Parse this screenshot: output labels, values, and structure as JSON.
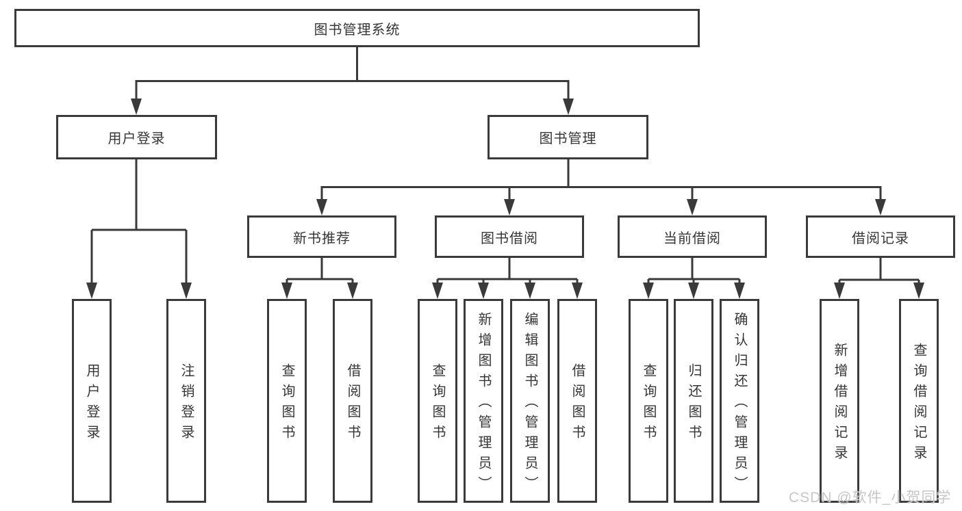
{
  "nodes": {
    "root": "图书管理系统",
    "user_login": "用户登录",
    "book_mgmt": "图书管理",
    "new_rec": "新书推荐",
    "borrow": "图书借阅",
    "current": "当前借阅",
    "records": "借阅记录",
    "leaf_user_login": "用户登录",
    "leaf_logout": "注销登录",
    "leaf_newrec_query": "查询图书",
    "leaf_newrec_borrow": "借阅图书",
    "leaf_borrow_query": "查询图书",
    "leaf_borrow_add": "新增图书（管理员）",
    "leaf_borrow_edit": "编辑图书（管理员）",
    "leaf_borrow_borrow": "借阅图书",
    "leaf_current_query": "查询图书",
    "leaf_current_return": "归还图书",
    "leaf_current_confirm": "确认归还（管理员）",
    "leaf_records_add": "新增借阅记录",
    "leaf_records_query": "查询借阅记录"
  },
  "hierarchy": {
    "图书管理系统": [
      "用户登录",
      "图书管理"
    ],
    "用户登录": [
      "用户登录",
      "注销登录"
    ],
    "图书管理": [
      "新书推荐",
      "图书借阅",
      "当前借阅",
      "借阅记录"
    ],
    "新书推荐": [
      "查询图书",
      "借阅图书"
    ],
    "图书借阅": [
      "查询图书",
      "新增图书（管理员）",
      "编辑图书（管理员）",
      "借阅图书"
    ],
    "当前借阅": [
      "查询图书",
      "归还图书",
      "确认归还（管理员）"
    ],
    "借阅记录": [
      "新增借阅记录",
      "查询借阅记录"
    ]
  },
  "watermark": "CSDN @软件_小贺同学",
  "colors": {
    "line": "#3a3a3a",
    "text": "#363636",
    "background": "#ffffff",
    "watermark": "#c7c7c7"
  }
}
